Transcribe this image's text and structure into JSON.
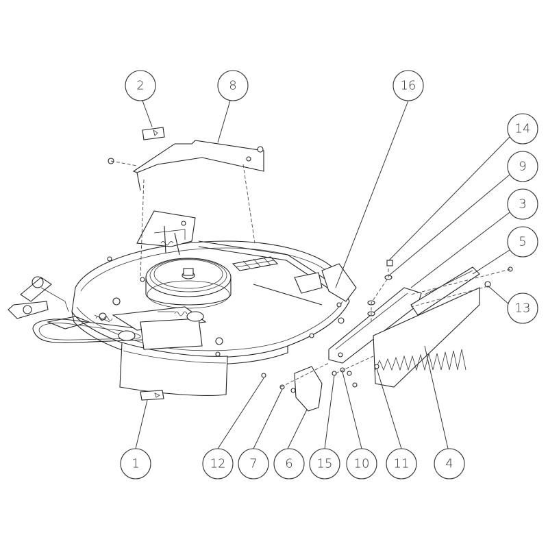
{
  "diagram": {
    "type": "exploded-parts-view",
    "callouts": [
      {
        "id": "c2",
        "label": "2"
      },
      {
        "id": "c8",
        "label": "8"
      },
      {
        "id": "c16",
        "label": "16"
      },
      {
        "id": "c14",
        "label": "14"
      },
      {
        "id": "c9",
        "label": "9"
      },
      {
        "id": "c3",
        "label": "3"
      },
      {
        "id": "c5",
        "label": "5"
      },
      {
        "id": "c13",
        "label": "13"
      },
      {
        "id": "c1",
        "label": "1"
      },
      {
        "id": "c12",
        "label": "12"
      },
      {
        "id": "c7",
        "label": "7"
      },
      {
        "id": "c6",
        "label": "6"
      },
      {
        "id": "c15",
        "label": "15"
      },
      {
        "id": "c10",
        "label": "10"
      },
      {
        "id": "c11",
        "label": "11"
      },
      {
        "id": "c4",
        "label": "4"
      }
    ]
  }
}
